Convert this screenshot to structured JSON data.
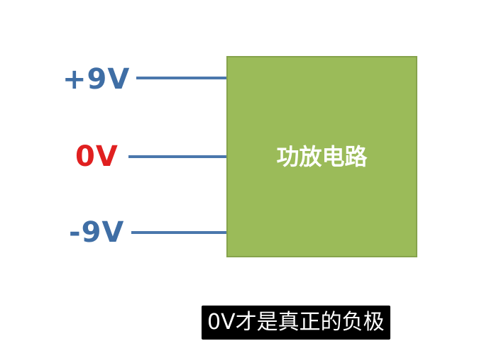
{
  "diagram": {
    "rails": [
      {
        "label": "+9V",
        "color": "#3f6ea5"
      },
      {
        "label": "0V",
        "color": "#e02020"
      },
      {
        "label": "-9V",
        "color": "#3f6ea5"
      }
    ],
    "block": {
      "label": "功放电路",
      "fill": "#9bbb59",
      "text_color": "#ffffff"
    },
    "wire_color": "#4a77ac"
  },
  "subtitle": {
    "text": "0V才是真正的负极"
  }
}
